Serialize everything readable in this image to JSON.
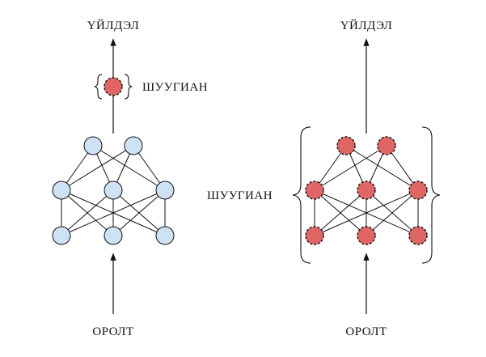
{
  "colors": {
    "deterministic_node": "#cfe2f3",
    "noisy_node": "#e06666",
    "stroke": "#111111"
  },
  "left_panel": {
    "output_label": "ҮЙЛДЭЛ",
    "noise_label": "ШУУГИАН",
    "input_label": "ОРОЛТ"
  },
  "right_panel": {
    "output_label": "ҮЙЛДЭЛ",
    "noise_label": "ШУУГИАН",
    "input_label": "ОРОЛТ"
  },
  "network": {
    "layers": [
      3,
      3,
      2
    ],
    "connectivity": "fully-connected"
  }
}
